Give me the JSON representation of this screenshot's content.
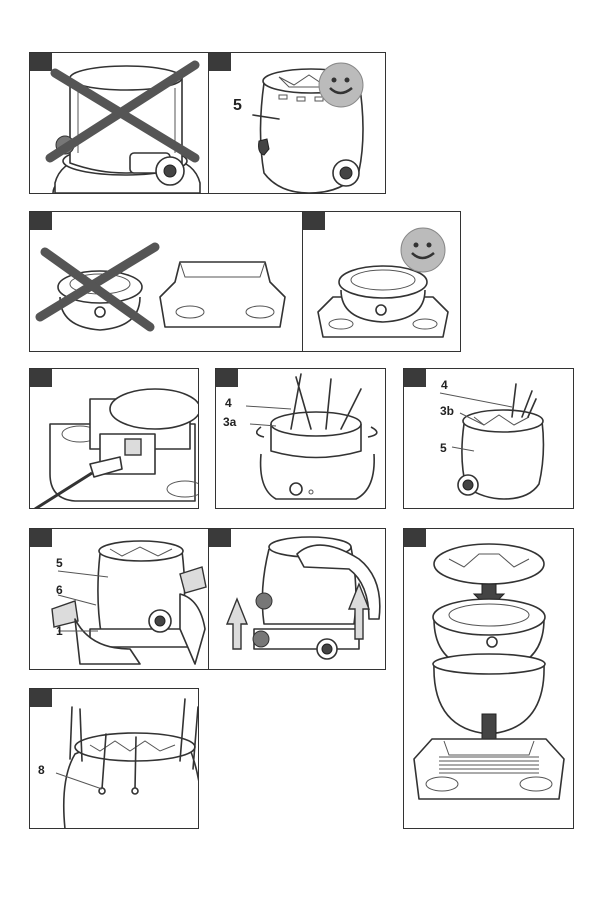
{
  "figure1": {
    "labels": {
      "p2_5": "5",
      "p6_4": "4",
      "p6_3a": "3a",
      "p7_4": "4",
      "p7_3b": "3b",
      "p7_5": "5",
      "p8_5": "5",
      "p8_6": "6",
      "p8_1": "1",
      "p11_8": "8"
    }
  },
  "colors": {
    "frame": "#333333",
    "tab": "#3a3a3a",
    "cross": "#555555",
    "smiley": "#bbbbbb",
    "arrow": "#444444"
  }
}
